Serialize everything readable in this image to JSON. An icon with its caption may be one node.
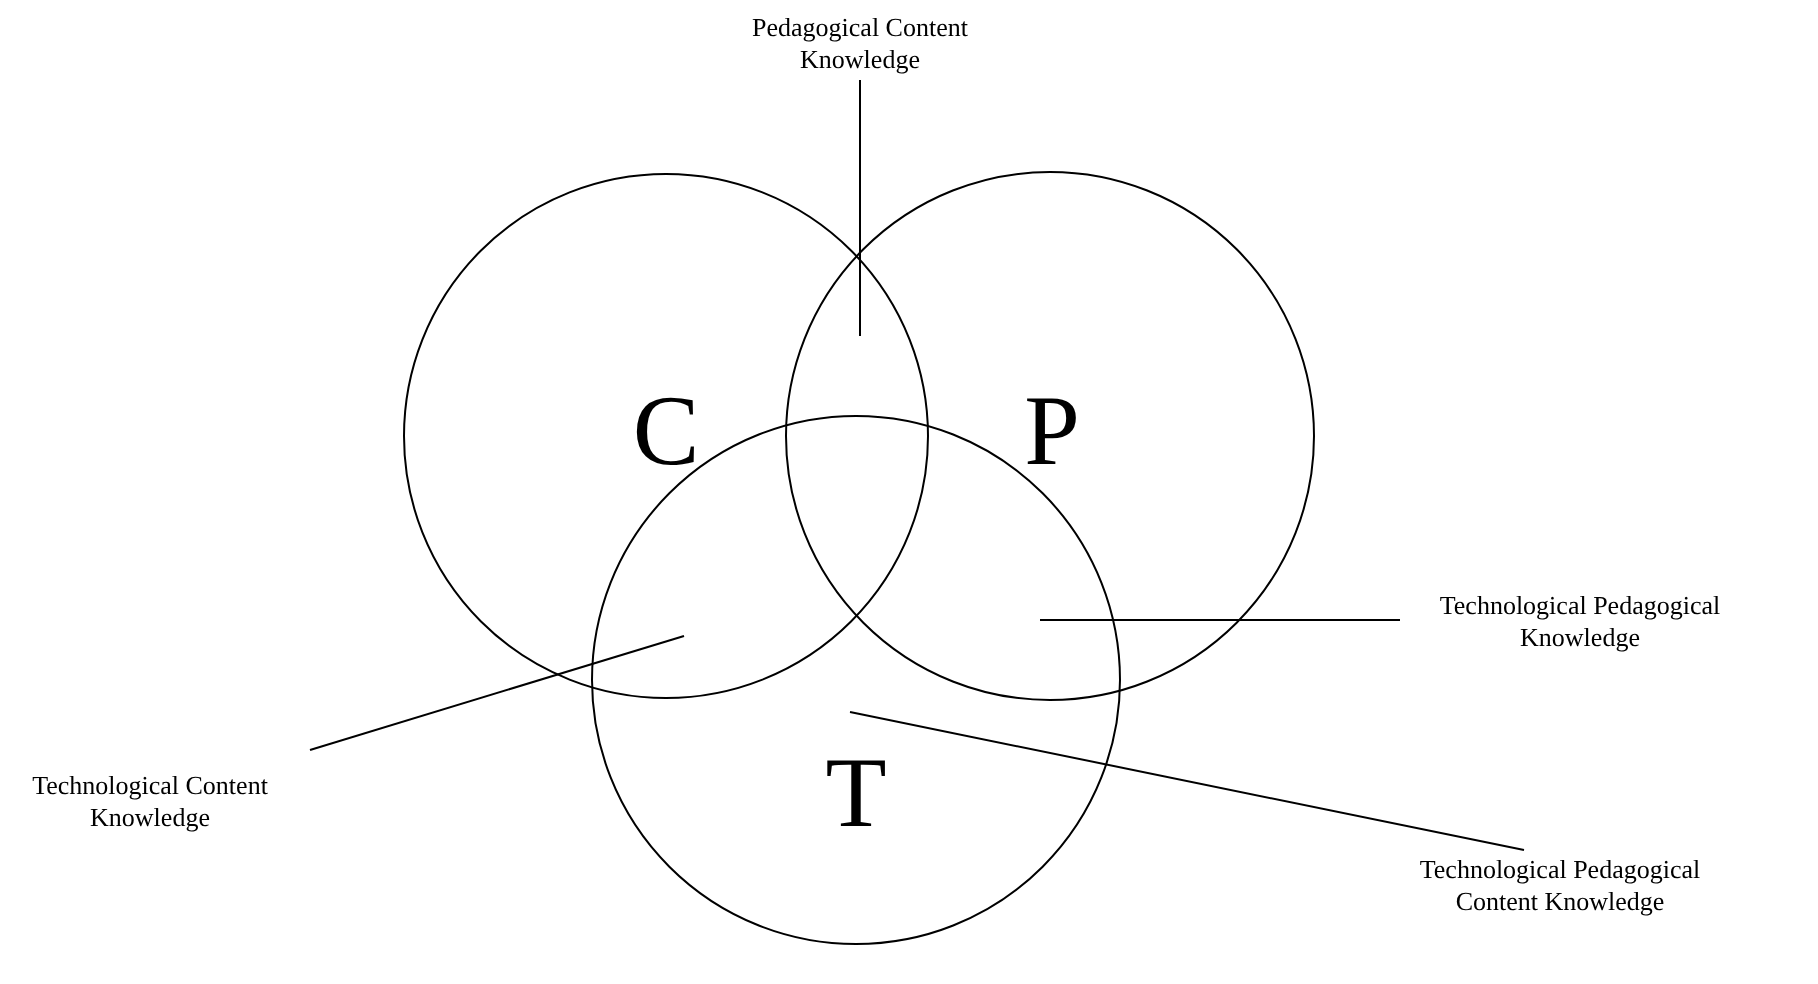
{
  "diagram": {
    "nodes": [
      {
        "text": [
          "C"
        ]
      },
      {
        "text": [
          "P"
        ]
      },
      {
        "text": [
          "T"
        ]
      },
      {
        "text": [
          "Pedagogical Content Knowledge"
        ]
      },
      {
        "text": [
          "Technological Pedagogical Knowledge"
        ]
      },
      {
        "text": [
          "Technological Content Knowledge"
        ]
      },
      {
        "text": [
          "Technological Pedagogical Content Knowledge"
        ]
      }
    ],
    "edges": [
      {
        "from": 3,
        "to": 0,
        "arrow": "none"
      },
      {
        "from": 4,
        "to": 1,
        "arrow": "none"
      },
      {
        "from": 5,
        "to": 0,
        "arrow": "none"
      },
      {
        "from": 6,
        "to": 2,
        "arrow": "none"
      }
    ]
  }
}
